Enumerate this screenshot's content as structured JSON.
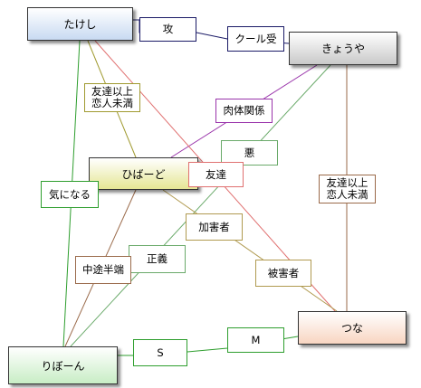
{
  "nodes": {
    "takeshi": "たけし",
    "kyouya": "きょうや",
    "hibaado": "ひばーど",
    "tsuna": "つな",
    "reborn": "りぼーん"
  },
  "relations": {
    "kou": "攻",
    "cool_uke": "クール受",
    "friend_lover_1": "友達以上\n恋人未満",
    "nikutai": "肉体関係",
    "aku": "悪",
    "tomodachi": "友達",
    "ki_ni_naru": "気になる",
    "friend_lover_2": "友達以上\n恋人未満",
    "kagaisha": "加害者",
    "seigi": "正義",
    "chuto_hanpa": "中途半端",
    "higaisha": "被害者",
    "m": "M",
    "s": "S"
  },
  "colors": {
    "navy": "#1a1a66",
    "purple": "#9933aa",
    "olive": "#a09a30",
    "red": "#e07070",
    "green": "#2e9e2e",
    "brown": "#9a6a4a",
    "light_green": "#6aaa6a",
    "gold": "#b09a50"
  }
}
